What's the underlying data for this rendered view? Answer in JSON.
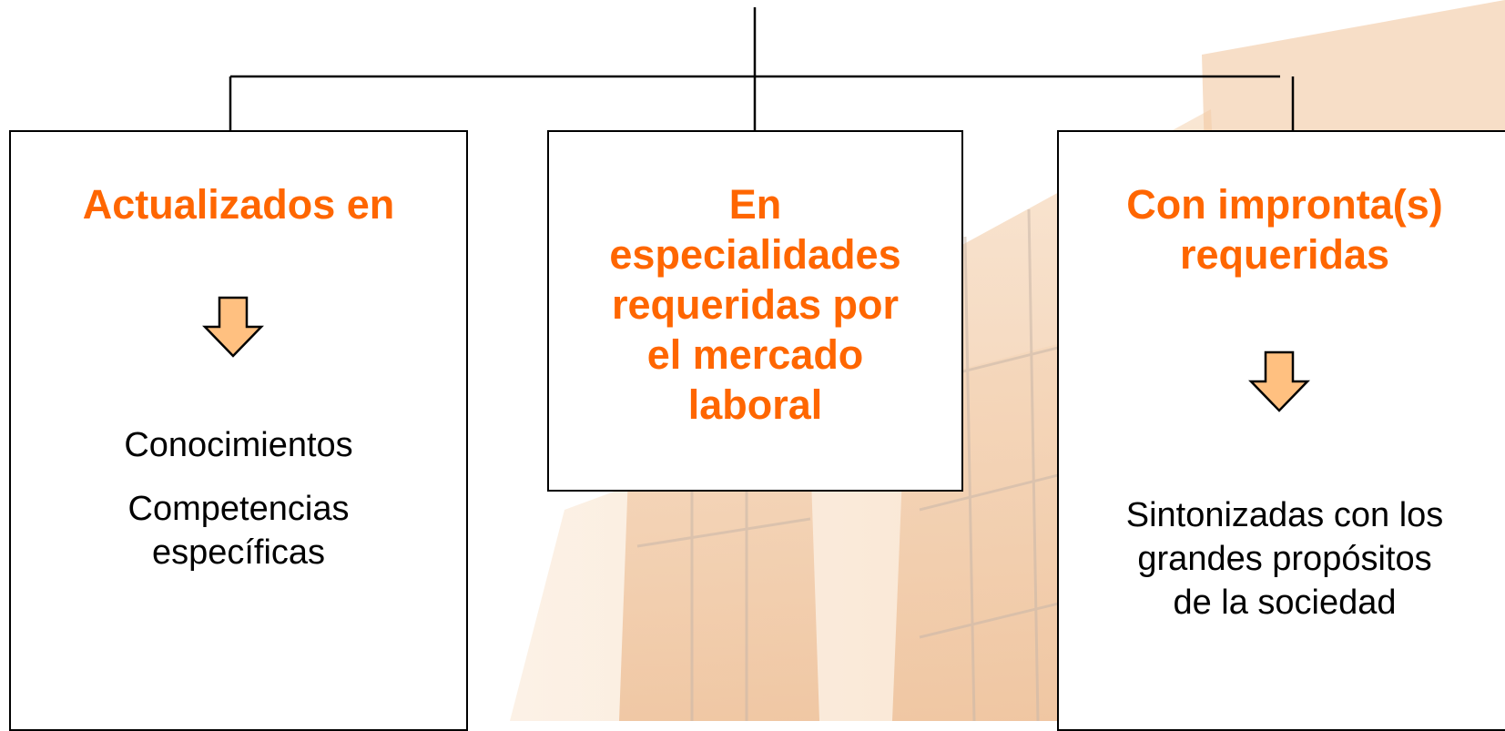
{
  "colors": {
    "heading": "#ff6600",
    "arrow_fill": "#ffc080",
    "line": "#000000"
  },
  "boxes": [
    {
      "heading": [
        "Actualizados en"
      ],
      "arrow_icon": "down-arrow-icon",
      "items": [
        "Conocimientos",
        "Competencias",
        "específicas"
      ]
    },
    {
      "heading": [
        "En",
        "especialidades",
        "requeridas por",
        "el mercado",
        "laboral"
      ]
    },
    {
      "heading": [
        "Con impronta(s)",
        "requeridas"
      ],
      "arrow_icon": "down-arrow-icon",
      "items": [
        "Sintonizadas con los",
        "grandes propósitos",
        "de la sociedad"
      ]
    }
  ]
}
